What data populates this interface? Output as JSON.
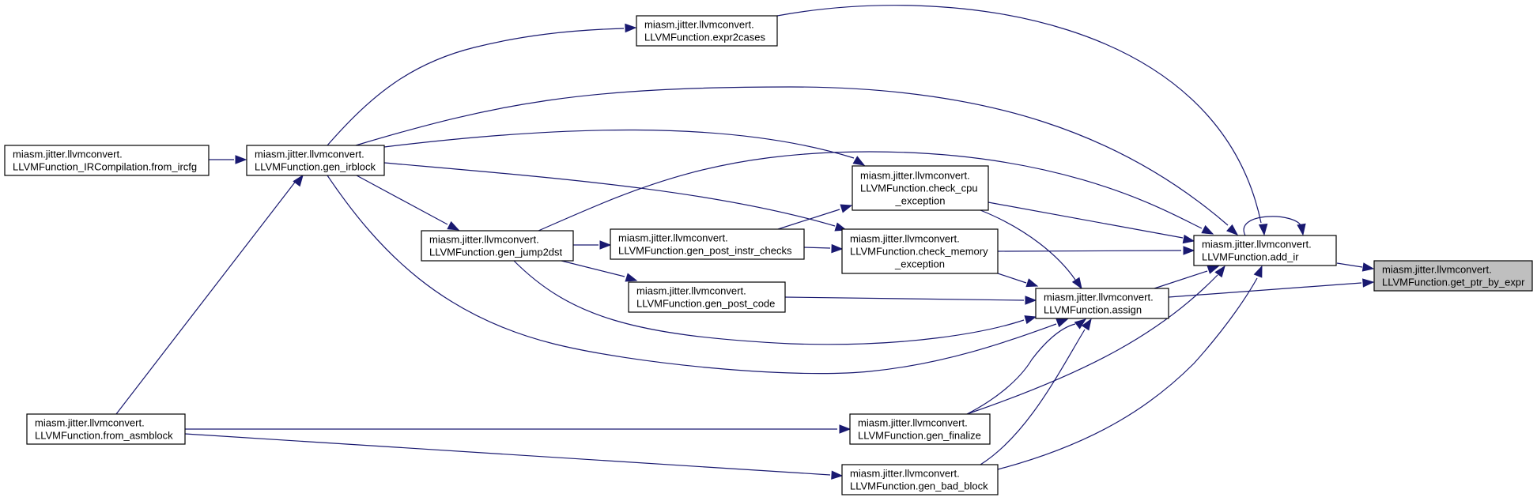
{
  "colors": {
    "edge": "#191970",
    "node_fill": "#ffffff",
    "highlight_fill": "#bfbfbf",
    "border": "#000000"
  },
  "nodes": {
    "get_ptr_by_expr": [
      "miasm.jitter.llvmconvert.",
      "LLVMFunction.get_ptr_by_expr"
    ],
    "add_ir": [
      "miasm.jitter.llvmconvert.",
      "LLVMFunction.add_ir"
    ],
    "assign": [
      "miasm.jitter.llvmconvert.",
      "LLVMFunction.assign"
    ],
    "expr2cases": [
      "miasm.jitter.llvmconvert.",
      "LLVMFunction.expr2cases"
    ],
    "gen_irblock": [
      "miasm.jitter.llvmconvert.",
      "LLVMFunction.gen_irblock"
    ],
    "from_ircfg": [
      "miasm.jitter.llvmconvert.",
      "LLVMFunction_IRCompilation.from_ircfg"
    ],
    "check_cpu_exception": [
      "miasm.jitter.llvmconvert.",
      "LLVMFunction.check_cpu",
      "_exception"
    ],
    "check_memory_exception": [
      "miasm.jitter.llvmconvert.",
      "LLVMFunction.check_memory",
      "_exception"
    ],
    "gen_jump2dst": [
      "miasm.jitter.llvmconvert.",
      "LLVMFunction.gen_jump2dst"
    ],
    "gen_post_instr_checks": [
      "miasm.jitter.llvmconvert.",
      "LLVMFunction.gen_post_instr_checks"
    ],
    "gen_post_code": [
      "miasm.jitter.llvmconvert.",
      "LLVMFunction.gen_post_code"
    ],
    "gen_finalize": [
      "miasm.jitter.llvmconvert.",
      "LLVMFunction.gen_finalize"
    ],
    "gen_bad_block": [
      "miasm.jitter.llvmconvert.",
      "LLVMFunction.gen_bad_block"
    ],
    "from_asmblock": [
      "miasm.jitter.llvmconvert.",
      "LLVMFunction.from_asmblock"
    ]
  },
  "highlighted_node": "get_ptr_by_expr"
}
